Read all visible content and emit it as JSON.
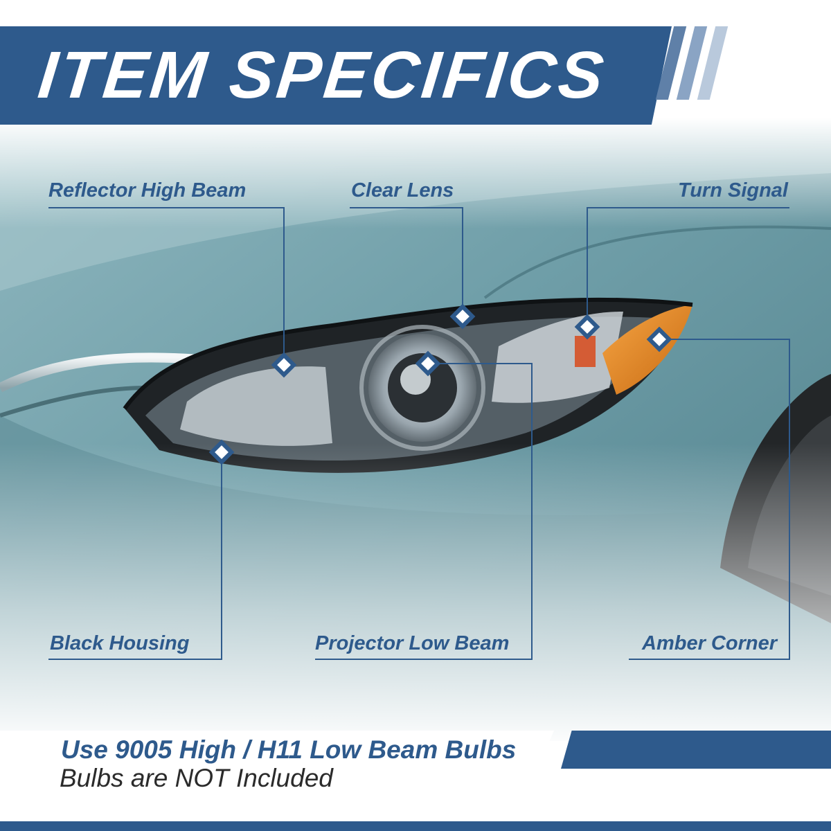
{
  "header": {
    "title": "ITEM SPECIFICS"
  },
  "callouts": {
    "reflector_high_beam": "Reflector High Beam",
    "clear_lens": "Clear Lens",
    "turn_signal": "Turn Signal",
    "black_housing": "Black Housing",
    "projector_low_beam": "Projector Low Beam",
    "amber_corner": "Amber Corner"
  },
  "bulbs": {
    "title": "Use 9005 High / H11 Low Beam Bulbs",
    "note": "Bulbs are NOT Included"
  },
  "colors": {
    "brand_blue": "#2e5a8c",
    "car_paint": "#6f9ea8",
    "amber": "#e88a1e",
    "headlight_housing": "#1f2326"
  },
  "icons": {
    "callout_marker": "diamond-marker-icon"
  }
}
